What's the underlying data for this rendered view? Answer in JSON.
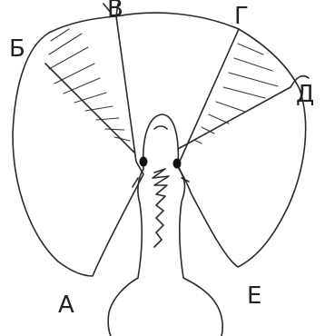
{
  "labels": {
    "A": "А",
    "B": "Б",
    "V": "В",
    "G": "Г",
    "D": "Д",
    "E": "Е"
  }
}
